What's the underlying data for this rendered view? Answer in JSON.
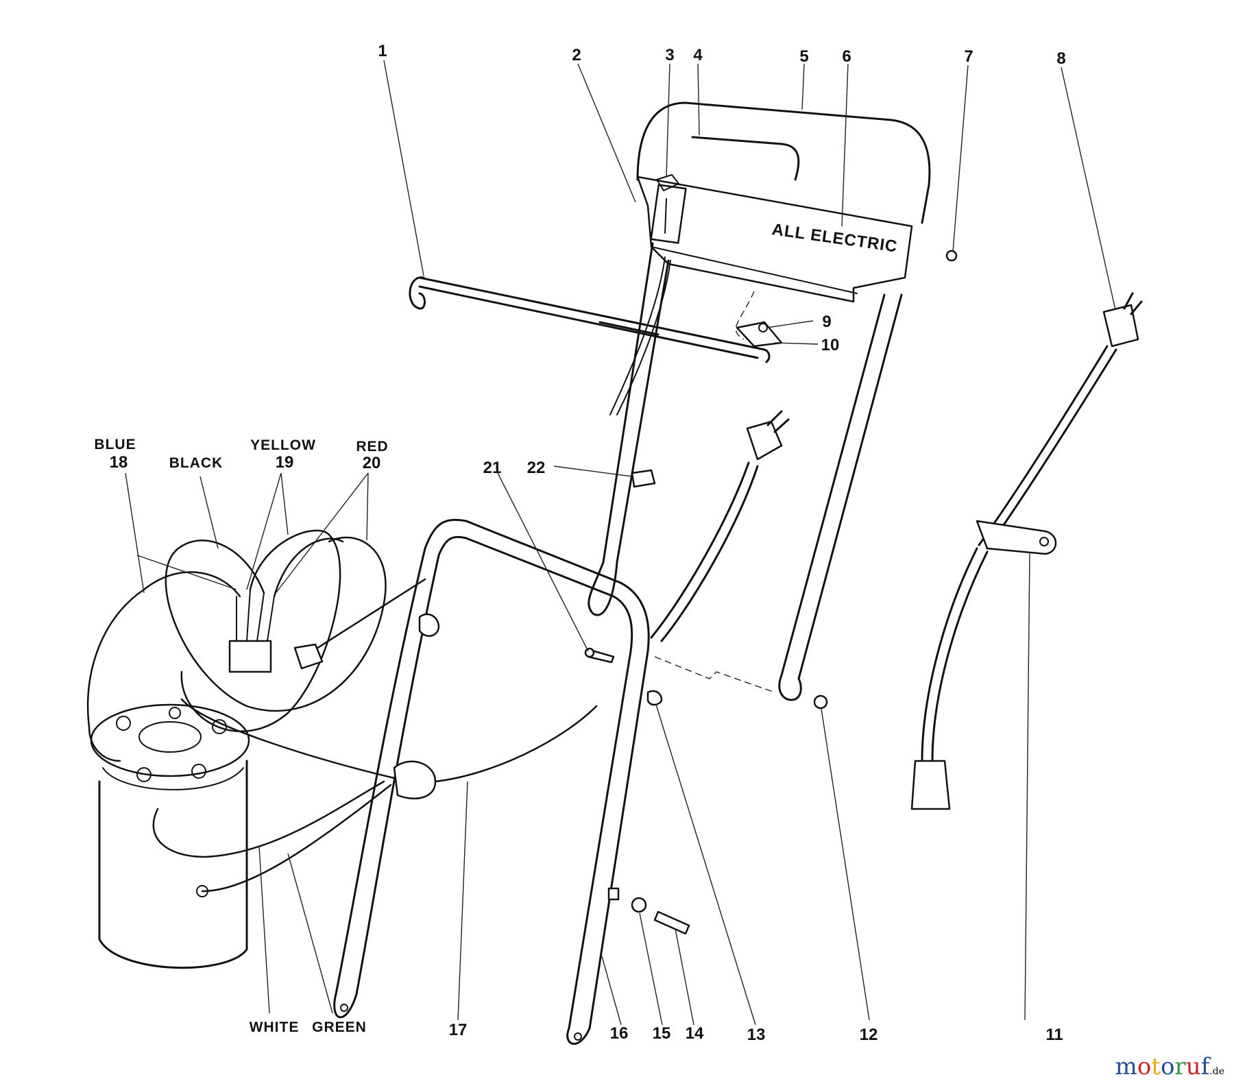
{
  "diagram": {
    "callouts": {
      "p1": "1",
      "p2": "2",
      "p3": "3",
      "p4": "4",
      "p5": "5",
      "p6": "6",
      "p7": "7",
      "p8": "8",
      "p9": "9",
      "p10": "10",
      "p11": "11",
      "p12": "12",
      "p13": "13",
      "p14": "14",
      "p15": "15",
      "p16": "16",
      "p17": "17",
      "p18": "18",
      "p19": "19",
      "p20": "20",
      "p21": "21",
      "p22": "22"
    },
    "wire_colors": {
      "blue": "BLUE",
      "black": "BLACK",
      "yellow": "YELLOW",
      "red": "RED",
      "white": "WHITE",
      "green": "GREEN"
    },
    "decal_text": "ALL ELECTRIC"
  },
  "watermark": {
    "letters": [
      "m",
      "o",
      "t",
      "o",
      "r",
      "u",
      "f"
    ],
    "letter_colors": [
      "#1f4ea1",
      "#d62020",
      "#f2a900",
      "#1f4ea1",
      "#2d9a3c",
      "#d62020",
      "#1f4ea1"
    ],
    "suffix": ".de"
  }
}
